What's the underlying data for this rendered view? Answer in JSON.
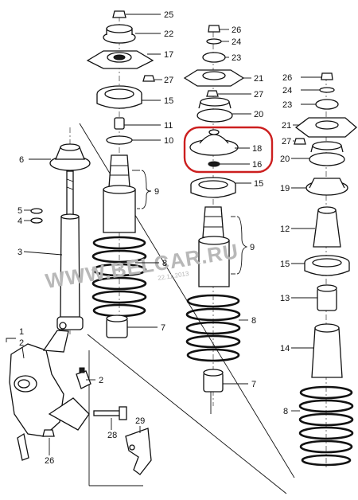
{
  "labels": {
    "l25": "25",
    "l22": "22",
    "l17": "17",
    "l27a": "27",
    "l15a": "15",
    "l11": "11",
    "l10": "10",
    "l6": "6",
    "l9a": "9",
    "l5": "5",
    "l4": "4",
    "l3": "3",
    "l8a": "8",
    "l7a": "7",
    "l1": "1",
    "l2a": "2",
    "l2b": "2",
    "l28": "28",
    "l26a": "26",
    "l29": "29",
    "l26b": "26",
    "l24a": "24",
    "l23a": "23",
    "l21a": "21",
    "l27b": "27",
    "l20a": "20",
    "l18": "18",
    "l16": "16",
    "l15b": "15",
    "l9b": "9",
    "l8b": "8",
    "l7b": "7",
    "l26c": "26",
    "l24b": "24",
    "l23b": "23",
    "l21b": "21",
    "l27c": "27",
    "l20b": "20",
    "l19": "19",
    "l12": "12",
    "l15c": "15",
    "l13": "13",
    "l14": "14",
    "l8c": "8"
  },
  "watermark": {
    "text": "WWW.BELCAR.RU",
    "date": "22.11.2013"
  },
  "highlight_color": "#cc1f1f"
}
